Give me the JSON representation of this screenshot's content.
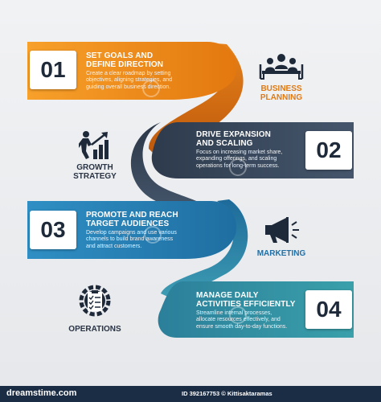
{
  "steps": [
    {
      "number": "01",
      "title_line1": "SET GOALS AND",
      "title_line2": "DEFINE DIRECTION",
      "desc_line1": "Create a clear roadmap by setting",
      "desc_line2": "objectives, aligning strategies, and",
      "desc_line3": "guiding overall business direction."
    },
    {
      "number": "02",
      "title_line1": "DRIVE EXPANSION",
      "title_line2": "AND SCALING",
      "desc_line1": "Focus on increasing market share,",
      "desc_line2": "expanding offerings, and scaling",
      "desc_line3": "operations for long-term success."
    },
    {
      "number": "03",
      "title_line1": "PROMOTE AND REACH",
      "title_line2": "TARGET AUDIENCES",
      "desc_line1": "Develop campaigns and use various",
      "desc_line2": "channels to build brand awareness",
      "desc_line3": "and attract customers."
    },
    {
      "number": "04",
      "title_line1": "MANAGE DAILY",
      "title_line2": "ACTIVITIES EFFICIENTLY",
      "desc_line1": "Streamline internal processes,",
      "desc_line2": "allocate resources effectively, and",
      "desc_line3": "ensure smooth day-to-day functions."
    }
  ],
  "labels": {
    "business_planning_1": "BUSINESS",
    "business_planning_2": "PLANNING",
    "growth_strategy_1": "GROWTH",
    "growth_strategy_2": "STRATEGY",
    "marketing": "MARKETING",
    "operations": "OPERATIONS"
  },
  "footer": {
    "logo": "dreamstime.com",
    "id_text": "ID 392167753 © Kittisaktaramas"
  },
  "colors": {
    "orange": "#f08a1c",
    "navy": "#3b4a5e",
    "blue": "#2d86bb",
    "teal": "#2b8e9d",
    "orange_label": "#e07a14",
    "blue_label": "#1f6fa8",
    "dark_label": "#2a3444"
  }
}
